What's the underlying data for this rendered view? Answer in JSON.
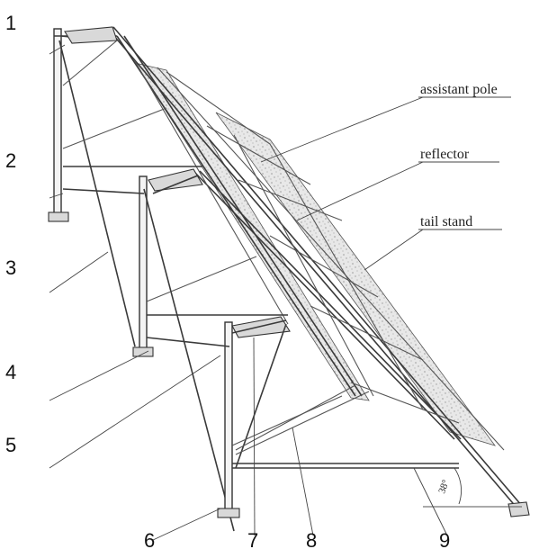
{
  "diagram": {
    "callouts": {
      "c1": "1",
      "c2": "2",
      "c3": "3",
      "c4": "4",
      "c5": "5",
      "c6": "6",
      "c7": "7",
      "c8": "8",
      "c9": "9"
    },
    "labels": {
      "assistant_pole": "assistant pole",
      "reflector": "reflector",
      "tail_stand": "tail stand"
    },
    "angle_label": "38°"
  },
  "colors": {
    "line": "#3a3a3a",
    "reflector_fill": "#e6e6e6",
    "speckle": "#9a9a9a"
  }
}
